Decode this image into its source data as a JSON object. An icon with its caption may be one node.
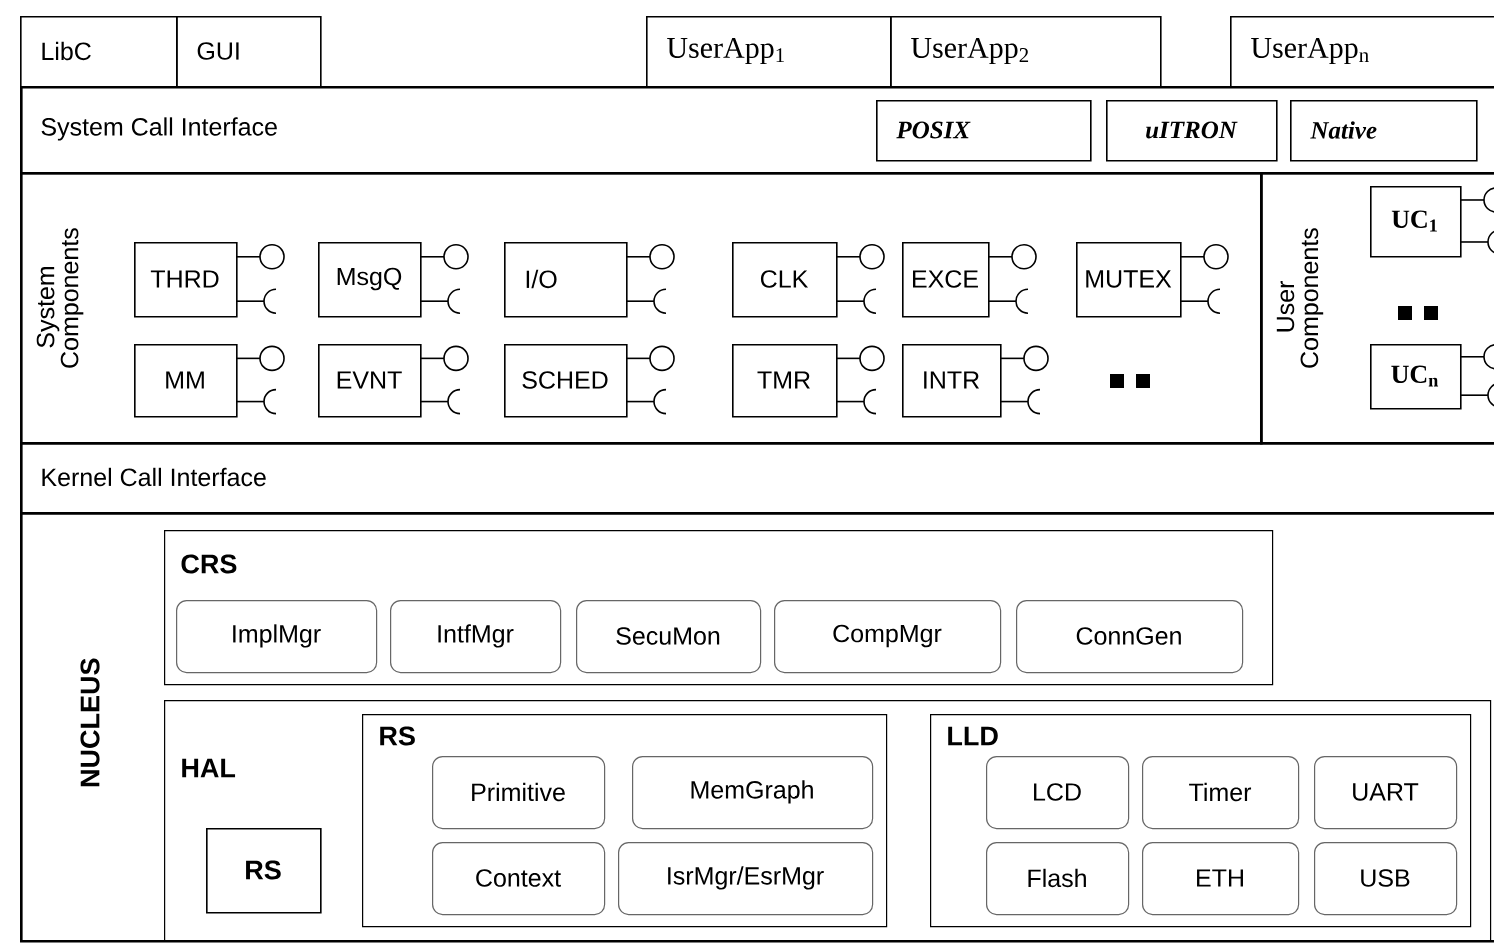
{
  "diagram": {
    "nodes": [
      {
        "text": [
          "LibC"
        ]
      },
      {
        "text": [
          "GUI"
        ]
      },
      {
        "text": [
          "UserApp$_{1}$"
        ]
      },
      {
        "text": [
          "UserApp$_{2}$"
        ]
      },
      {
        "text": [
          "UserApp$_{n}$"
        ]
      },
      {
        "text": [
          "System Call Interface"
        ]
      },
      {
        "text": [
          "POSIX"
        ],
        "in": 5
      },
      {
        "text": [
          "uITRON"
        ],
        "in": 5
      },
      {
        "text": [
          "Native"
        ],
        "in": 5
      },
      {
        "text": [
          "System Components"
        ]
      },
      {
        "text": [
          "THRD"
        ],
        "in": 9
      },
      {
        "text": [
          "MsgQ"
        ],
        "in": 9
      },
      {
        "text": [
          "I/O"
        ],
        "in": 9
      },
      {
        "text": [
          "CLK"
        ],
        "in": 9
      },
      {
        "text": [
          "EXCE"
        ],
        "in": 9
      },
      {
        "text": [
          "MUTEX"
        ],
        "in": 9
      },
      {
        "text": [
          "MM"
        ],
        "in": 9
      },
      {
        "text": [
          "EVNT"
        ],
        "in": 9
      },
      {
        "text": [
          "SCHED"
        ],
        "in": 9
      },
      {
        "text": [
          "TMR"
        ],
        "in": 9
      },
      {
        "text": [
          "INTR"
        ],
        "in": 9
      },
      {
        "text": [
          "User Components"
        ]
      },
      {
        "text": [
          "UC$_{1}$"
        ],
        "in": 21
      },
      {
        "text": [
          "UC$_{n}$"
        ],
        "in": 21
      },
      {
        "text": [
          "Kernel Call Interface"
        ]
      },
      {
        "text": [
          "NUCLEUS"
        ]
      },
      {
        "text": [
          "CRS"
        ],
        "in": 25
      },
      {
        "text": [
          "ImplMgr"
        ],
        "in": 26
      },
      {
        "text": [
          "IntfMgr"
        ],
        "in": 26
      },
      {
        "text": [
          "SecuMon"
        ],
        "in": 26
      },
      {
        "text": [
          "CompMgr"
        ],
        "in": 26
      },
      {
        "text": [
          "ConnGen"
        ],
        "in": 26
      },
      {
        "text": [
          "HAL"
        ],
        "in": 25
      },
      {
        "text": [
          "RS"
        ],
        "in": 32
      },
      {
        "text": [
          "RS"
        ],
        "in": 32
      },
      {
        "text": [
          "Primitive"
        ],
        "in": 34
      },
      {
        "text": [
          "MemGraph"
        ],
        "in": 34
      },
      {
        "text": [
          "Context"
        ],
        "in": 34
      },
      {
        "text": [
          "IsrMgr/EsrMgr"
        ],
        "in": 34
      },
      {
        "text": [
          "LLD"
        ],
        "in": 32
      },
      {
        "text": [
          "LCD"
        ],
        "in": 39
      },
      {
        "text": [
          "Timer"
        ],
        "in": 39
      },
      {
        "text": [
          "UART"
        ],
        "in": 39
      },
      {
        "text": [
          "Flash"
        ],
        "in": 39
      },
      {
        "text": [
          "ETH"
        ],
        "in": 39
      },
      {
        "text": [
          "USB"
        ],
        "in": 39
      }
    ]
  }
}
